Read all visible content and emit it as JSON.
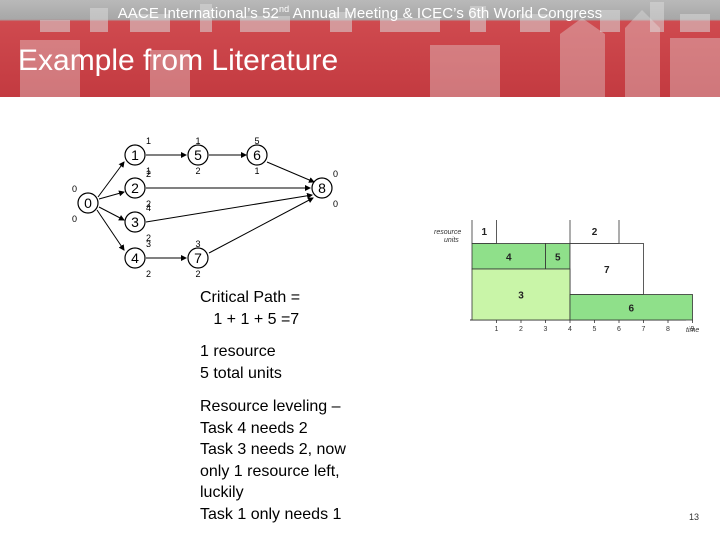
{
  "header": {
    "conference_prefix": "AACE International’s 52",
    "conference_sup": "nd",
    "conference_suffix": " Annual Meeting & ICEC’s 6th World Congress",
    "slide_title": "Example from Literature"
  },
  "network": {
    "nodes": [
      {
        "id": "n1",
        "label": "1",
        "top": "1",
        "bottom": "1"
      },
      {
        "id": "n5",
        "label": "5",
        "top": "1",
        "bottom": "2"
      },
      {
        "id": "n6",
        "label": "6",
        "top": "5",
        "bottom": "1"
      },
      {
        "id": "n0",
        "label": "0",
        "top": "0",
        "bottom": "0"
      },
      {
        "id": "n2",
        "label": "2",
        "top": "2",
        "bottom": "2"
      },
      {
        "id": "n3",
        "label": "3",
        "top": "4",
        "bottom": "2"
      },
      {
        "id": "n4",
        "label": "4",
        "top": "3",
        "bottom": "2"
      },
      {
        "id": "n7",
        "label": "7",
        "top": "3",
        "bottom": "2"
      },
      {
        "id": "n8",
        "label": "8",
        "top": "0",
        "bottom": "0"
      }
    ]
  },
  "body": {
    "critical_path_line1": "Critical Path =",
    "critical_path_line2": "   1 + 1 + 5 =7",
    "resource_line1": "1 resource",
    "resource_line2": "5 total units",
    "leveling_line1": "Resource leveling –",
    "leveling_line2": "Task 4 needs 2",
    "leveling_line3": "Task 3 needs 2, now",
    "leveling_line4": "only 1 resource left,",
    "leveling_line5": "luckily",
    "leveling_line6": "Task 1 only needs 1"
  },
  "resource_chart": {
    "y_label_1": "resource",
    "y_label_2": "units",
    "x_label": "time",
    "x_ticks": [
      "1",
      "2",
      "3",
      "4",
      "5",
      "6",
      "7",
      "8",
      "9"
    ],
    "blocks": [
      {
        "label": "1",
        "x0": 0,
        "x1": 1,
        "y0": 3,
        "y1": 4,
        "fill": "#ffffff"
      },
      {
        "label": "2",
        "x0": 4,
        "x1": 6,
        "y0": 3,
        "y1": 4,
        "fill": "#ffffff"
      },
      {
        "label": "4",
        "x0": 0,
        "x1": 3,
        "y0": 2,
        "y1": 3,
        "fill": "#8fe08a"
      },
      {
        "label": "5",
        "x0": 3,
        "x1": 4,
        "y0": 2,
        "y1": 3,
        "fill": "#8fe08a"
      },
      {
        "label": "7",
        "x0": 4,
        "x1": 7,
        "y0": 1,
        "y1": 3,
        "fill": "#ffffff"
      },
      {
        "label": "3",
        "x0": 0,
        "x1": 4,
        "y0": 0,
        "y1": 2,
        "fill": "#c9f5a8"
      },
      {
        "label": "6",
        "x0": 4,
        "x1": 9,
        "y0": 0,
        "y1": 1,
        "fill": "#8fe08a"
      }
    ]
  },
  "footer": {
    "page_number": "13"
  }
}
